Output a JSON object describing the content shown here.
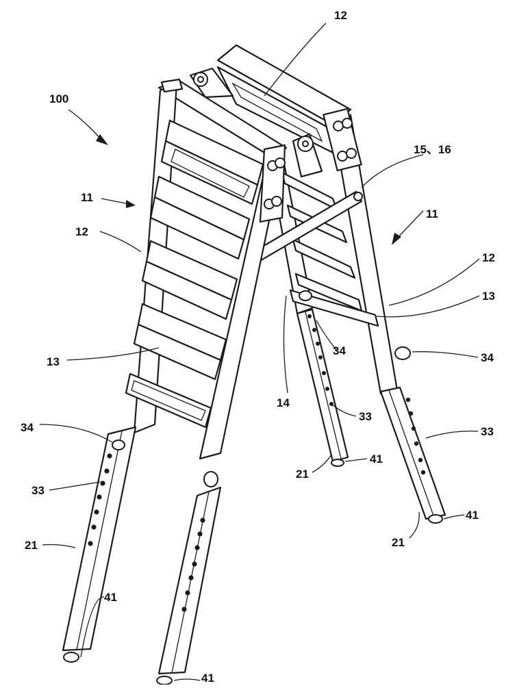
{
  "figure": {
    "background": "#ffffff",
    "line_color": "#1a1a1a",
    "labels": {
      "ladder": "100",
      "step_frame": "11",
      "side_rail": "12",
      "rung": "13",
      "brace": "14",
      "hinge": "15、16",
      "extension_leg": "21",
      "adjust_hole": "33",
      "lock_pin": "34",
      "foot_pad": "41"
    }
  }
}
